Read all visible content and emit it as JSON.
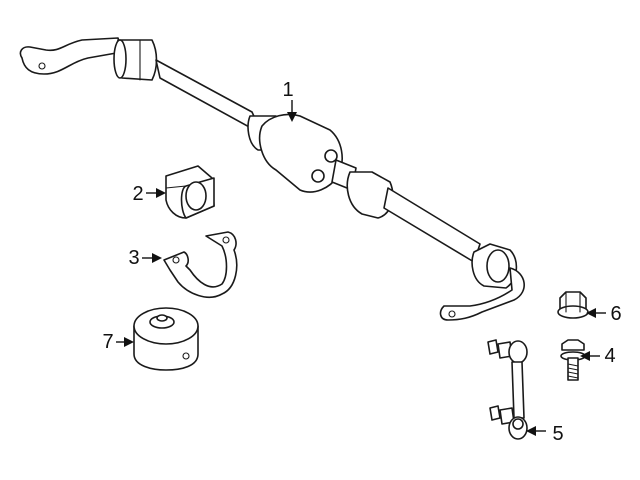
{
  "diagram": {
    "type": "exploded-parts-diagram",
    "callouts": [
      {
        "id": "callout-1",
        "label": "1",
        "part": "stabilizer-bar"
      },
      {
        "id": "callout-2",
        "label": "2",
        "part": "bushing"
      },
      {
        "id": "callout-3",
        "label": "3",
        "part": "bushing-bracket"
      },
      {
        "id": "callout-4",
        "label": "4",
        "part": "bolt"
      },
      {
        "id": "callout-5",
        "label": "5",
        "part": "stabilizer-link"
      },
      {
        "id": "callout-6",
        "label": "6",
        "part": "nut"
      },
      {
        "id": "callout-7",
        "label": "7",
        "part": "mount"
      }
    ]
  },
  "colors": {
    "line": "#1a1a1a",
    "background": "#ffffff"
  }
}
